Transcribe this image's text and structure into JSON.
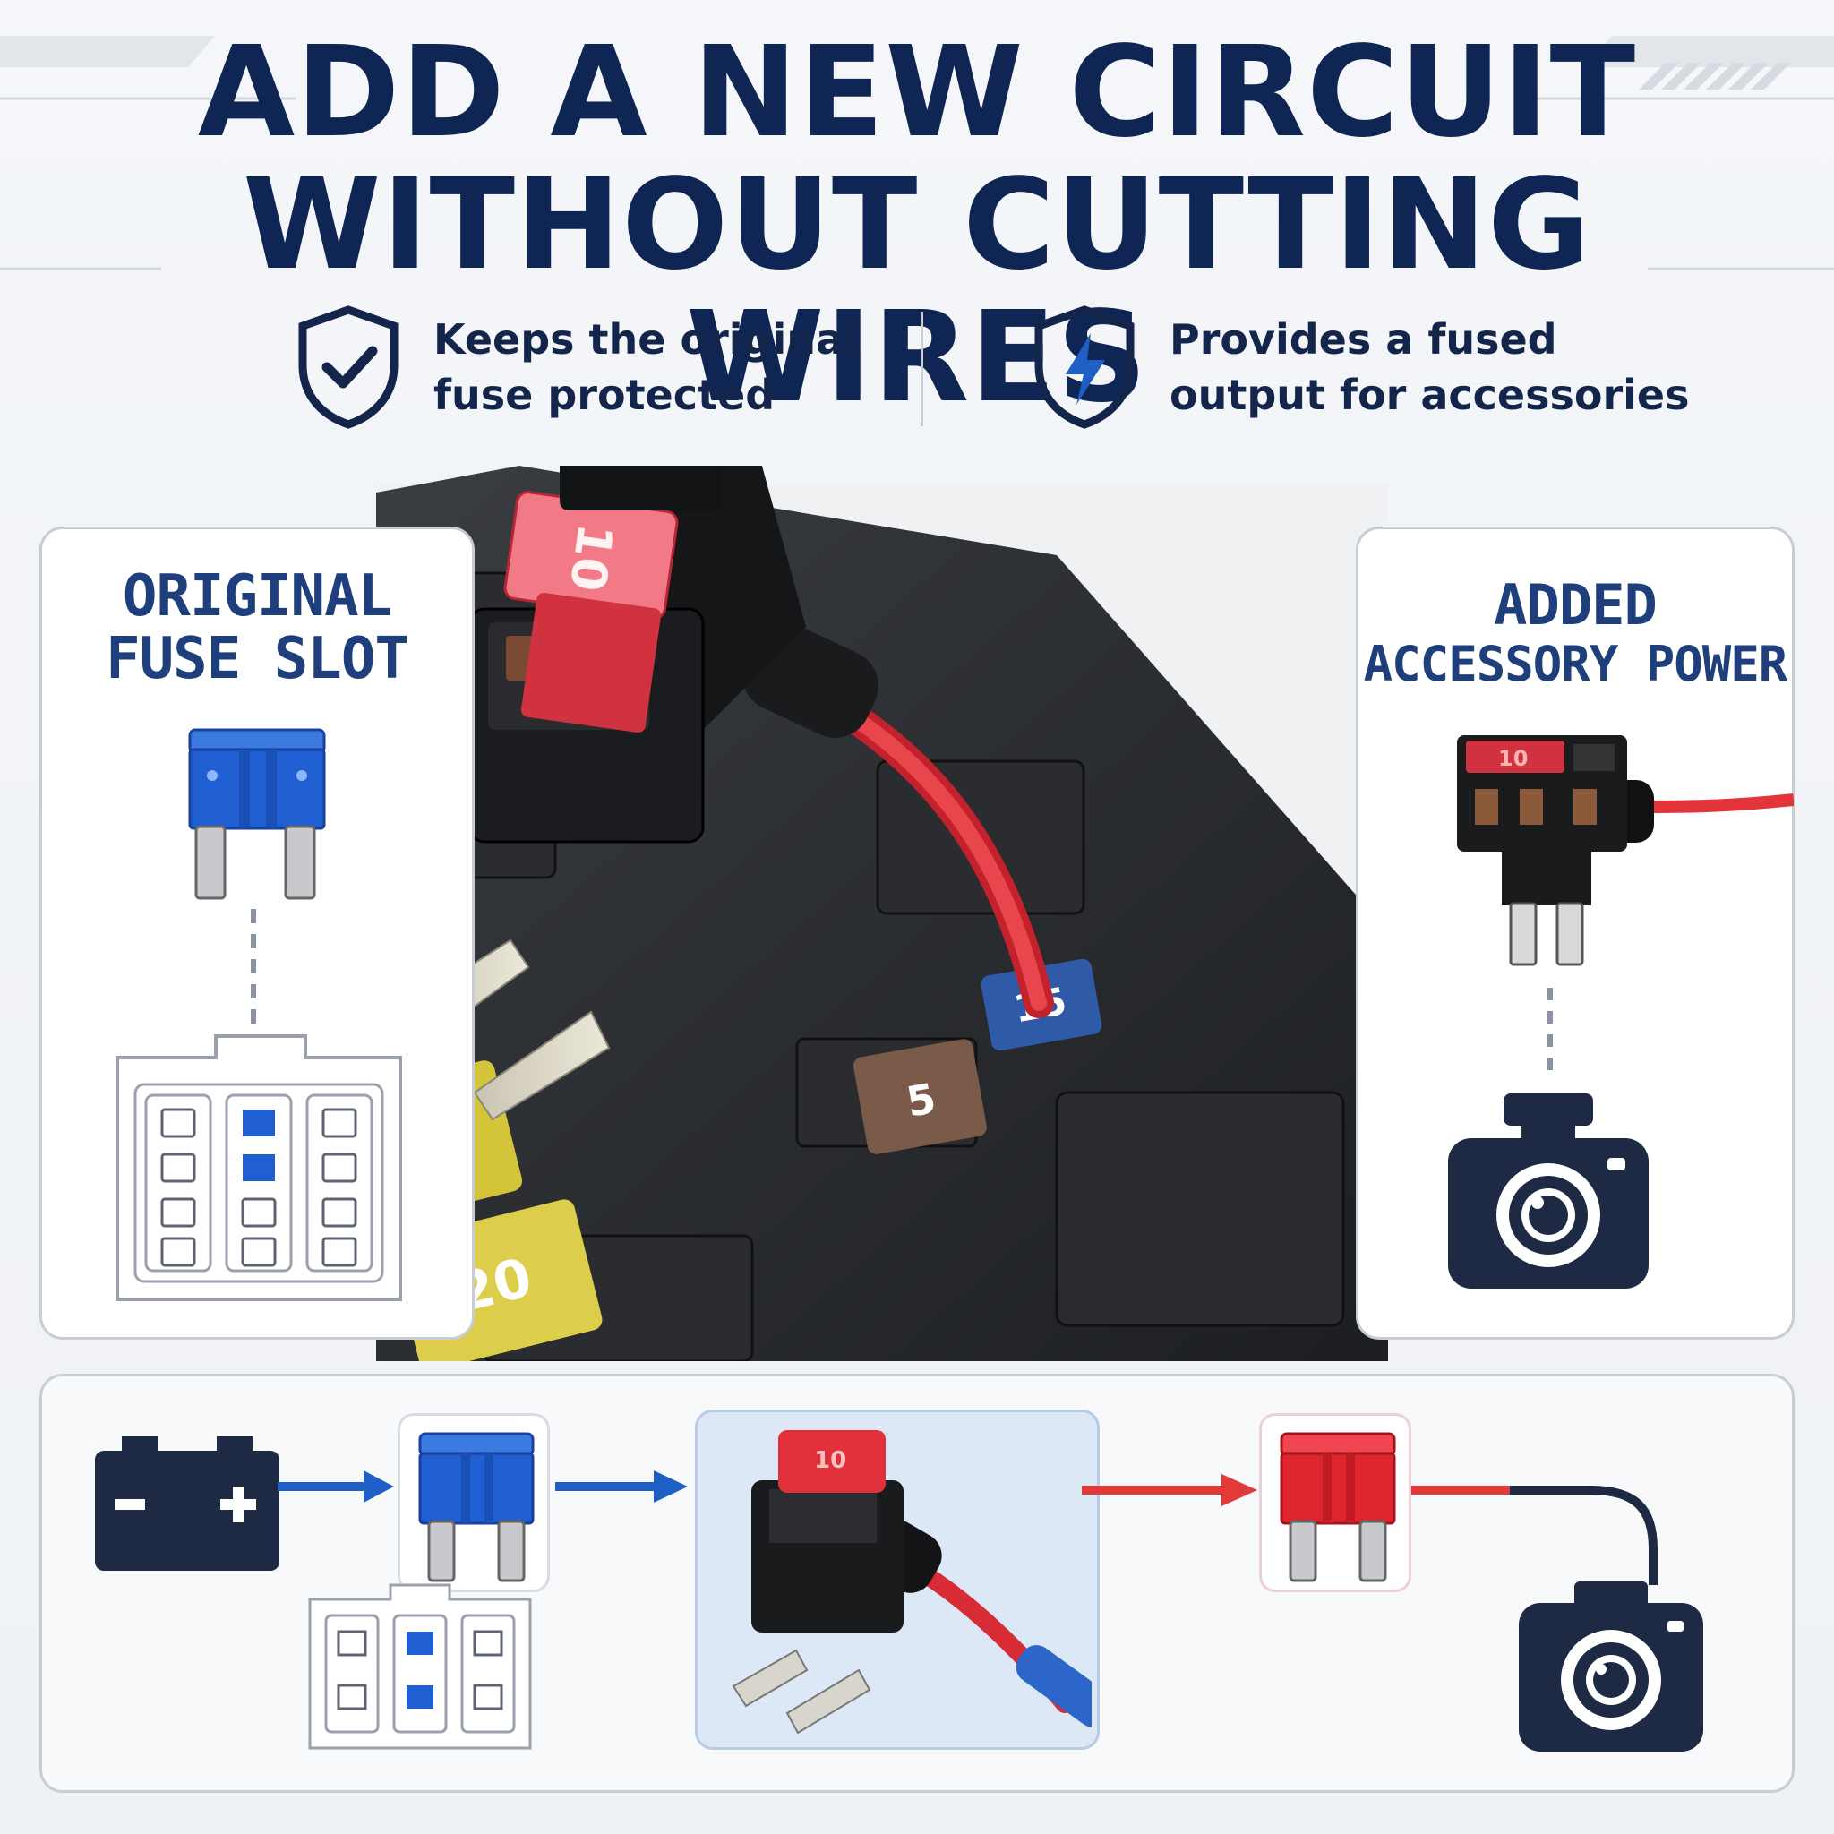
{
  "headline": {
    "line1": "ADD A NEW CIRCUIT",
    "line2": "WITHOUT CUTTING WIRES"
  },
  "features": [
    {
      "icon": "shield-check-icon",
      "line1": "Keeps the original",
      "line2": "fuse protected"
    },
    {
      "icon": "shield-lightning-icon",
      "line1": "Provides a fused",
      "line2": "output for accessories"
    }
  ],
  "left_panel": {
    "title_line1": "ORIGINAL",
    "title_line2": "FUSE SLOT"
  },
  "right_panel": {
    "title_line1": "ADDED",
    "title_line2": "ACCESSORY POWER"
  },
  "photo_fuses": [
    {
      "label": "10",
      "color": "#d03a45"
    },
    {
      "label": "15",
      "color": "#2f5aa8"
    },
    {
      "label": "5",
      "color": "#7a5a48"
    },
    {
      "label": "20",
      "color": "#d4c43a"
    },
    {
      "label": "20",
      "color": "#dccd4a"
    }
  ],
  "tap_fuse_label": "10",
  "colors": {
    "navy": "#13254b",
    "blue_fuse": "#1f5fd1",
    "red_fuse": "#e0242e",
    "wire_red": "#e3333b",
    "arrow_blue": "#1d5fc4",
    "arrow_red": "#e23a3a"
  }
}
